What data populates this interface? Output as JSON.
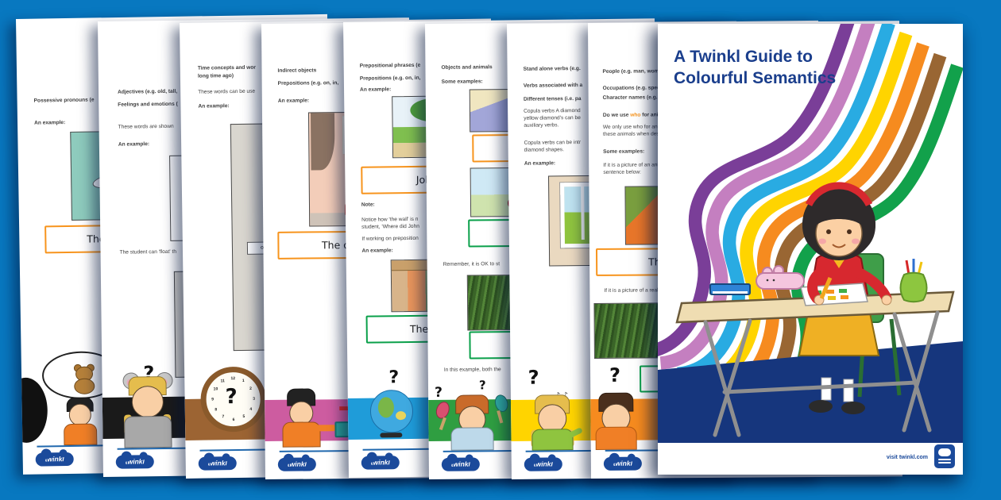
{
  "app": {
    "background_color": "#0878c0"
  },
  "logo_label": "twinkl",
  "cover": {
    "title_line1": "A Twinkl Guide to",
    "title_line2": "Colourful Semantics",
    "title_color": "#1a3e8c",
    "footer_link": "visit twinkl.com",
    "rainbow_colors": [
      "#7a3e98",
      "#c47fc0",
      "#29abe2",
      "#ffd400",
      "#f68b1f",
      "#996633",
      "#12a14b"
    ],
    "illustration": "girl-writing-at-desk"
  },
  "pages": [
    {
      "id": "possessive-pronouns",
      "heading": "Possessive pronouns (e",
      "example_label": "An example:",
      "caption": "The boy",
      "q": "?",
      "band_color": "#ffffff",
      "icon": "children-teddy-thought-bubble"
    },
    {
      "id": "adjectives",
      "line1": "Adjectives (e.g. old, tall,",
      "line2": "Feelings and emotions (",
      "line3": "These words are shown",
      "example_label": "An example:",
      "note": "The student can 'float' th",
      "q": "?",
      "band_color": "#1a1a1a",
      "icon": "girl-mouse-ears"
    },
    {
      "id": "time-concepts",
      "line1": "Time concepts and wor",
      "line2": "long time ago)",
      "line3": "These words can be use",
      "example_label": "An example:",
      "pic_label": "On Wednesday",
      "q": "?",
      "clock_numbers": [
        "12",
        "1",
        "2",
        "3",
        "4",
        "5",
        "6",
        "7",
        "8",
        "9",
        "10",
        "11"
      ],
      "band_color": "#9c6433",
      "icon": "clock-question"
    },
    {
      "id": "indirect-objects",
      "line1": "Indirect objects",
      "line2": "Prepositions (e.g. on, in,",
      "example_label": "An example:",
      "caption": "The child",
      "band_color": "#cd5ca0",
      "icon": "girl-giving-gift"
    },
    {
      "id": "prepositional-phrases",
      "line1": "Prepositional phrases (e",
      "line2": "Prepositions (e.g. on, in,",
      "example_label": "An example:",
      "caption1": "John",
      "note_label": "Note:",
      "note1": "Notice how 'the wall' is n",
      "note2": "student, 'Where did John",
      "note3": "If working on preposition",
      "example_label2": "An example:",
      "caption2": "The tedd",
      "q": "?",
      "band_color": "#1f9cd9",
      "icon": "globe-question"
    },
    {
      "id": "objects-and-animals",
      "line1": "Objects and animals",
      "line2": "Some examples:",
      "caption1": "Th",
      "caption2": "Th",
      "note1": "Remember, it is OK to st",
      "caption3": "The",
      "note2": "In this example, both the",
      "q": "?",
      "q2": "?",
      "band_color": "#2f9e41",
      "icon": "boy-with-maracas"
    },
    {
      "id": "verbs",
      "line1": "Stand alone verbs (e.g.",
      "line2": "Verbs associated with a",
      "line3": "Different tenses (i.e. pa",
      "para1a": "Copula verbs A diamond",
      "para1b": "yellow diamond's can be",
      "para1c": "auxiliary verbs.",
      "para2a": "Copula verbs can be intr",
      "para2b": "diamond shapes.",
      "example_label": "An example:",
      "music_note": "♪ ♪",
      "q": "?",
      "band_color": "#ffd400",
      "icon": "girl-singing"
    },
    {
      "id": "people",
      "line1": "People (e.g. man, woma",
      "line2": "Occupations (e.g. speec",
      "line3": "Character names (e.g. H",
      "q_pre": "Do we use ",
      "q_who": "who",
      "q_post": " for anim",
      "para1": "We only use who for ani",
      "para2": "these animals when des",
      "line4": "Some examples:",
      "para3": "If it is a picture of an ani",
      "para4": "sentence below:",
      "caption1": "The c",
      "para5": "If it is a picture of a real",
      "q": "?",
      "band_color": "#f68b1f",
      "icon": "child-question"
    }
  ]
}
